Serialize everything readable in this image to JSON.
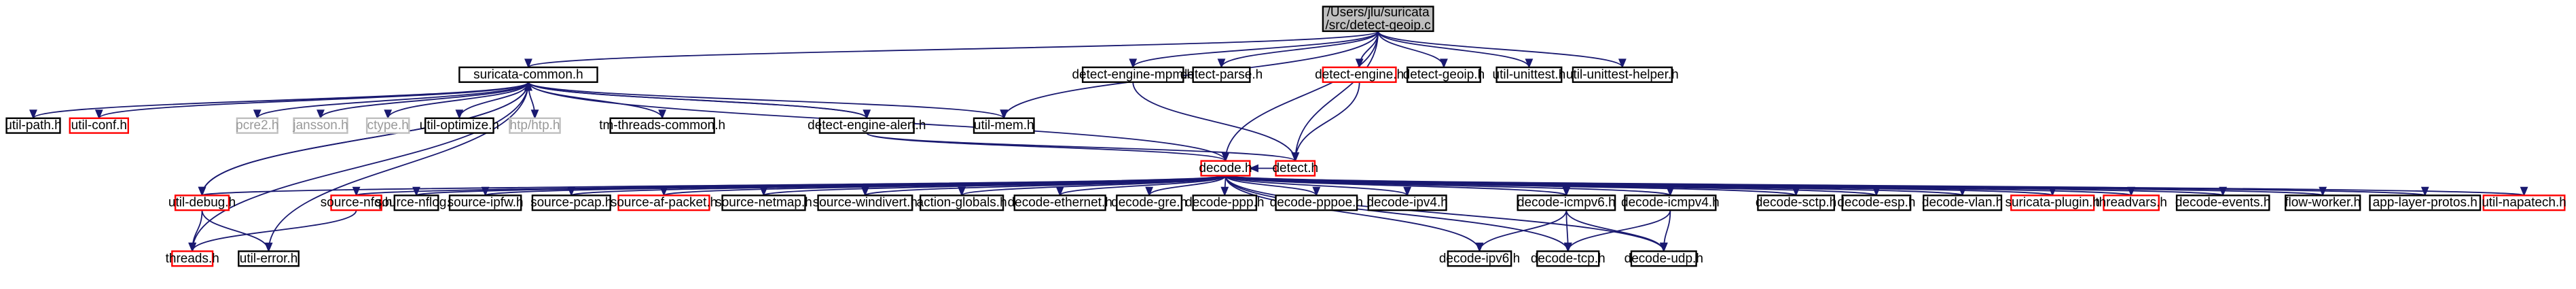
{
  "colors": {
    "edge": "#191970",
    "root_fill": "#bfbfbf",
    "border_default": "#000000",
    "border_red": "#ff0000",
    "border_gray": "#bfbfbf",
    "text_default": "#000000",
    "text_gray": "#999999"
  },
  "nodes": [
    {
      "id": "root",
      "label_lines": [
        "/Users/jlu/suricata",
        "/src/detect-geoip.c"
      ],
      "style": "root"
    },
    {
      "id": "suricata_common",
      "label_lines": [
        "suricata-common.h"
      ],
      "style": "default"
    },
    {
      "id": "detect_engine_mpm",
      "label_lines": [
        "detect-engine-mpm.h"
      ],
      "style": "default"
    },
    {
      "id": "detect_parse",
      "label_lines": [
        "detect-parse.h"
      ],
      "style": "default"
    },
    {
      "id": "detect_engine",
      "label_lines": [
        "detect-engine.h"
      ],
      "style": "red"
    },
    {
      "id": "detect_geoip",
      "label_lines": [
        "detect-geoip.h"
      ],
      "style": "default"
    },
    {
      "id": "util_unittest",
      "label_lines": [
        "util-unittest.h"
      ],
      "style": "default"
    },
    {
      "id": "util_unittest_helper",
      "label_lines": [
        "util-unittest-helper.h"
      ],
      "style": "default"
    },
    {
      "id": "util_path",
      "label_lines": [
        "util-path.h"
      ],
      "style": "default"
    },
    {
      "id": "util_conf",
      "label_lines": [
        "util-conf.h"
      ],
      "style": "red"
    },
    {
      "id": "pcre2",
      "label_lines": [
        "pcre2.h"
      ],
      "style": "gray"
    },
    {
      "id": "jansson",
      "label_lines": [
        "jansson.h"
      ],
      "style": "gray"
    },
    {
      "id": "ctype",
      "label_lines": [
        "ctype.h"
      ],
      "style": "gray"
    },
    {
      "id": "util_optimize",
      "label_lines": [
        "util-optimize.h"
      ],
      "style": "default"
    },
    {
      "id": "htp",
      "label_lines": [
        "htp/htp.h"
      ],
      "style": "gray"
    },
    {
      "id": "tm_threads_common",
      "label_lines": [
        "tm-threads-common.h"
      ],
      "style": "default"
    },
    {
      "id": "detect_engine_alert",
      "label_lines": [
        "detect-engine-alert.h"
      ],
      "style": "default"
    },
    {
      "id": "util_mem",
      "label_lines": [
        "util-mem.h"
      ],
      "style": "default"
    },
    {
      "id": "decode",
      "label_lines": [
        "decode.h"
      ],
      "style": "red"
    },
    {
      "id": "detect",
      "label_lines": [
        "detect.h"
      ],
      "style": "red"
    },
    {
      "id": "util_debug",
      "label_lines": [
        "util-debug.h"
      ],
      "style": "red"
    },
    {
      "id": "source_nfq",
      "label_lines": [
        "source-nfq.h"
      ],
      "style": "red"
    },
    {
      "id": "source_nflog",
      "label_lines": [
        "source-nflog.h"
      ],
      "style": "default"
    },
    {
      "id": "source_ipfw",
      "label_lines": [
        "source-ipfw.h"
      ],
      "style": "default"
    },
    {
      "id": "source_pcap",
      "label_lines": [
        "source-pcap.h"
      ],
      "style": "default"
    },
    {
      "id": "source_af_packet",
      "label_lines": [
        "source-af-packet.h"
      ],
      "style": "red"
    },
    {
      "id": "source_netmap",
      "label_lines": [
        "source-netmap.h"
      ],
      "style": "default"
    },
    {
      "id": "source_windivert",
      "label_lines": [
        "source-windivert.h"
      ],
      "style": "default"
    },
    {
      "id": "action_globals",
      "label_lines": [
        "action-globals.h"
      ],
      "style": "default"
    },
    {
      "id": "decode_ethernet",
      "label_lines": [
        "decode-ethernet.h"
      ],
      "style": "default"
    },
    {
      "id": "decode_gre",
      "label_lines": [
        "decode-gre.h"
      ],
      "style": "default"
    },
    {
      "id": "decode_ppp",
      "label_lines": [
        "decode-ppp.h"
      ],
      "style": "default"
    },
    {
      "id": "decode_pppoe",
      "label_lines": [
        "decode-pppoe.h"
      ],
      "style": "default"
    },
    {
      "id": "decode_ipv4",
      "label_lines": [
        "decode-ipv4.h"
      ],
      "style": "default"
    },
    {
      "id": "decode_icmpv6",
      "label_lines": [
        "decode-icmpv6.h"
      ],
      "style": "default"
    },
    {
      "id": "decode_icmpv4",
      "label_lines": [
        "decode-icmpv4.h"
      ],
      "style": "default"
    },
    {
      "id": "decode_sctp",
      "label_lines": [
        "decode-sctp.h"
      ],
      "style": "default"
    },
    {
      "id": "decode_esp",
      "label_lines": [
        "decode-esp.h"
      ],
      "style": "default"
    },
    {
      "id": "decode_vlan",
      "label_lines": [
        "decode-vlan.h"
      ],
      "style": "default"
    },
    {
      "id": "suricata_plugin",
      "label_lines": [
        "suricata-plugin.h"
      ],
      "style": "red"
    },
    {
      "id": "threadvars",
      "label_lines": [
        "threadvars.h"
      ],
      "style": "red"
    },
    {
      "id": "decode_events",
      "label_lines": [
        "decode-events.h"
      ],
      "style": "default"
    },
    {
      "id": "flow_worker",
      "label_lines": [
        "flow-worker.h"
      ],
      "style": "default"
    },
    {
      "id": "app_layer_protos",
      "label_lines": [
        "app-layer-protos.h"
      ],
      "style": "default"
    },
    {
      "id": "util_napatech",
      "label_lines": [
        "util-napatech.h"
      ],
      "style": "red"
    },
    {
      "id": "threads",
      "label_lines": [
        "threads.h"
      ],
      "style": "red"
    },
    {
      "id": "util_error",
      "label_lines": [
        "util-error.h"
      ],
      "style": "default"
    },
    {
      "id": "decode_ipv6",
      "label_lines": [
        "decode-ipv6.h"
      ],
      "style": "default"
    },
    {
      "id": "decode_tcp",
      "label_lines": [
        "decode-tcp.h"
      ],
      "style": "default"
    },
    {
      "id": "decode_udp",
      "label_lines": [
        "decode-udp.h"
      ],
      "style": "default"
    }
  ],
  "edges": [
    [
      "root",
      "suricata_common"
    ],
    [
      "root",
      "detect_engine_mpm"
    ],
    [
      "root",
      "detect_parse"
    ],
    [
      "root",
      "detect_engine"
    ],
    [
      "root",
      "detect_geoip"
    ],
    [
      "root",
      "util_unittest"
    ],
    [
      "root",
      "util_unittest_helper"
    ],
    [
      "root",
      "util_mem"
    ],
    [
      "root",
      "decode"
    ],
    [
      "root",
      "detect"
    ],
    [
      "suricata_common",
      "util_path"
    ],
    [
      "suricata_common",
      "util_conf"
    ],
    [
      "suricata_common",
      "pcre2"
    ],
    [
      "suricata_common",
      "jansson"
    ],
    [
      "suricata_common",
      "ctype"
    ],
    [
      "suricata_common",
      "util_optimize"
    ],
    [
      "suricata_common",
      "htp"
    ],
    [
      "suricata_common",
      "tm_threads_common"
    ],
    [
      "suricata_common",
      "detect_engine_alert"
    ],
    [
      "suricata_common",
      "util_mem"
    ],
    [
      "suricata_common",
      "util_debug"
    ],
    [
      "suricata_common",
      "threads"
    ],
    [
      "suricata_common",
      "util_error"
    ],
    [
      "detect_engine_alert",
      "suricata_common"
    ],
    [
      "detect_engine_alert",
      "decode"
    ],
    [
      "detect_engine_alert",
      "detect"
    ],
    [
      "detect_engine_mpm",
      "detect"
    ],
    [
      "detect_engine",
      "detect"
    ],
    [
      "decode",
      "suricata_common"
    ],
    [
      "decode",
      "util_debug"
    ],
    [
      "decode",
      "source_nfq"
    ],
    [
      "decode",
      "source_nflog"
    ],
    [
      "decode",
      "source_ipfw"
    ],
    [
      "decode",
      "source_pcap"
    ],
    [
      "decode",
      "source_af_packet"
    ],
    [
      "decode",
      "source_netmap"
    ],
    [
      "decode",
      "source_windivert"
    ],
    [
      "decode",
      "action_globals"
    ],
    [
      "decode",
      "decode_ethernet"
    ],
    [
      "decode",
      "decode_gre"
    ],
    [
      "decode",
      "decode_ppp"
    ],
    [
      "decode",
      "decode_pppoe"
    ],
    [
      "decode",
      "decode_ipv4"
    ],
    [
      "decode",
      "decode_icmpv6"
    ],
    [
      "decode",
      "decode_icmpv4"
    ],
    [
      "decode",
      "decode_sctp"
    ],
    [
      "decode",
      "decode_esp"
    ],
    [
      "decode",
      "decode_vlan"
    ],
    [
      "decode",
      "suricata_plugin"
    ],
    [
      "decode",
      "threadvars"
    ],
    [
      "decode",
      "decode_events"
    ],
    [
      "decode",
      "flow_worker"
    ],
    [
      "decode",
      "app_layer_protos"
    ],
    [
      "decode",
      "util_napatech"
    ],
    [
      "decode",
      "decode_ipv6"
    ],
    [
      "decode",
      "decode_tcp"
    ],
    [
      "decode",
      "decode_udp"
    ],
    [
      "util_debug",
      "suricata_common"
    ],
    [
      "util_debug",
      "threads"
    ],
    [
      "util_debug",
      "util_error"
    ],
    [
      "source_nfq",
      "threads"
    ],
    [
      "decode_icmpv6",
      "decode_ipv6"
    ],
    [
      "decode_icmpv6",
      "decode_tcp"
    ],
    [
      "decode_icmpv6",
      "decode_udp"
    ],
    [
      "decode_icmpv4",
      "decode_tcp"
    ],
    [
      "decode_icmpv4",
      "decode_udp"
    ],
    [
      "detect",
      "decode"
    ]
  ]
}
